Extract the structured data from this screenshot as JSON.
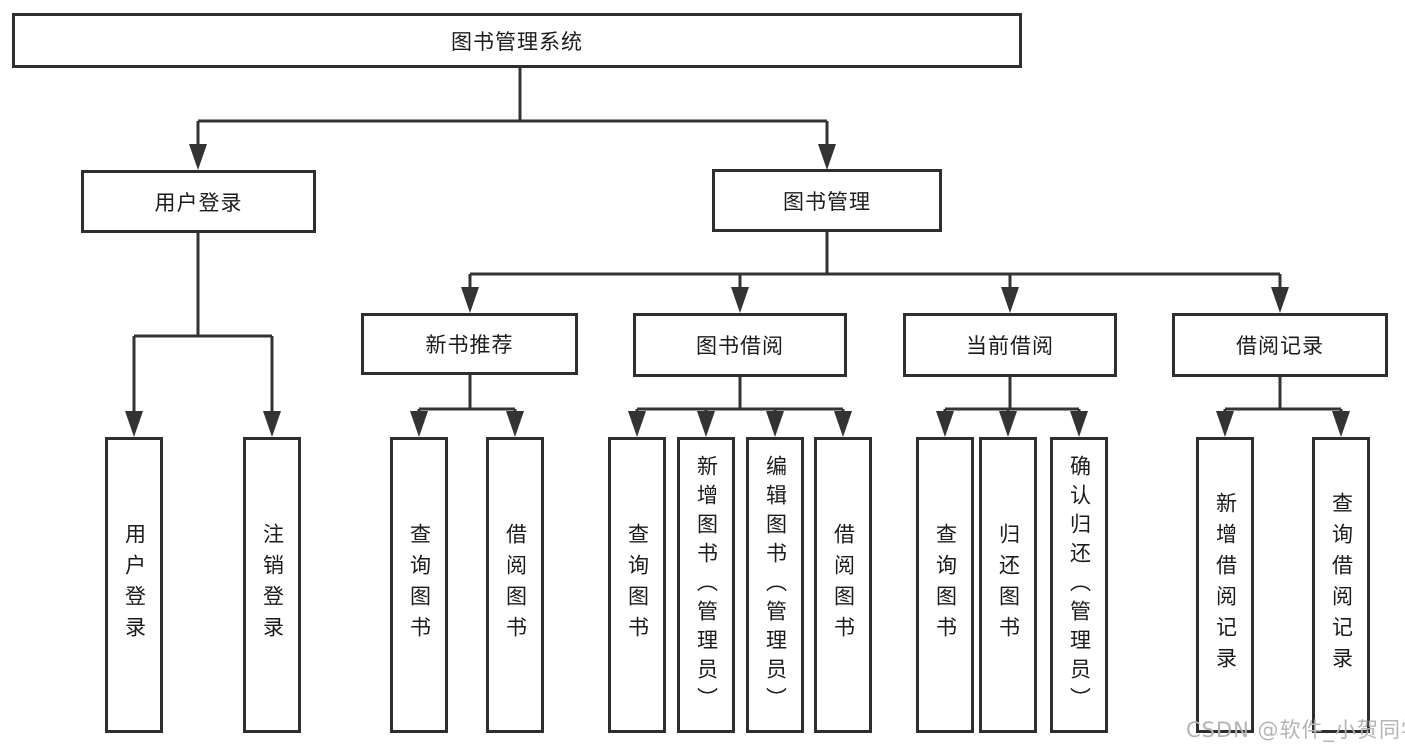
{
  "diagram": {
    "root": "图书管理系统",
    "level2": {
      "user_login": "用户登录",
      "book_management": "图书管理"
    },
    "level3": {
      "new_book_recommend": "新书推荐",
      "book_borrow": "图书借阅",
      "current_borrow": "当前借阅",
      "borrow_record": "借阅记录"
    },
    "user_login_children": [
      "用户登录",
      "注销登录"
    ],
    "new_book_children": [
      "查询图书",
      "借阅图书"
    ],
    "book_borrow_children": [
      "查询图书",
      "新增图书（管理员）",
      "编辑图书（管理员）",
      "借阅图书"
    ],
    "current_borrow_children": [
      "查询图书",
      "归还图书",
      "确认归还（管理员）"
    ],
    "borrow_record_children": [
      "新增借阅记录",
      "查询借阅记录"
    ]
  },
  "watermark": "CSDN @软件_小贺同学",
  "colors": {
    "line": "#333333",
    "box_border": "#2e2e2e",
    "text": "#1b1b1b",
    "watermark": "#b4b4b4",
    "background": "#ffffff"
  }
}
